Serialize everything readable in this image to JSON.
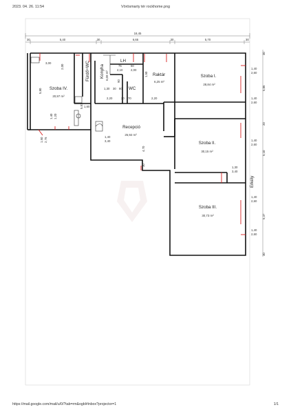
{
  "header": {
    "datetime": "2023. 04. 26. 11:54",
    "title": "Vörösmarty tér rockhome.png"
  },
  "footer": {
    "url": "https://mail.google.com/mail/u/0/?tab=rm&ogbl#inbox?projector=1",
    "page": "1/1"
  },
  "rooms": {
    "szoba4": {
      "name": "Szoba IV.",
      "area": "20,97 m²"
    },
    "furdo": {
      "name": "Fürdő+WC"
    },
    "konyha": {
      "name": "Konyha",
      "area": "6,08 m²"
    },
    "lh": {
      "name": "LH"
    },
    "wc": {
      "name": "WC"
    },
    "raktar": {
      "name": "Raktár",
      "area": "6,25 m²"
    },
    "szoba1": {
      "name": "Szoba I.",
      "area": "28,84 m²"
    },
    "recepcio": {
      "name": "Recepció",
      "area": "25,92 m²"
    },
    "szoba2": {
      "name": "Szoba II.",
      "area": "30,15 m²"
    },
    "erkely": {
      "name": "Erkély"
    },
    "szoba3": {
      "name": "Szoba III.",
      "area": "30,73 m²"
    }
  },
  "dimensions": {
    "total_width": "18,45",
    "top": [
      "30",
      "5,40",
      "30",
      "6,65",
      "30",
      "5,70",
      "30"
    ],
    "d300": "3,00",
    "d200": "2,00",
    "d75": "75",
    "d60": "60",
    "d210": "2,10",
    "d200b": "2,00",
    "d150": "1,50",
    "d90": "90",
    "d130": "1,30",
    "d30": "30",
    "d80": "80",
    "d220a": "2,20",
    "d20": "20",
    "d70": "70",
    "d220b": "2,20",
    "d160": "1,60",
    "d581": "5,81",
    "d580": "5,80",
    "d140": "1,40",
    "d120": "1,20",
    "d150b": "1,50",
    "d276": "2,76",
    "r1_140": "1,40",
    "r1_260": "2,60",
    "r1_140b": "1,40",
    "r1_260b": "2,60",
    "rec_140": "1,40",
    "rec_340": "3,40",
    "r2_140": "1,40",
    "r2_260": "2,60",
    "bal_130": "1,30",
    "bal_340": "3,40",
    "r3_140": "1,40",
    "r3_260": "2,60",
    "r3_140b": "1,40",
    "r3_260b": "2,60",
    "right_586": "5,86",
    "right_20": "20",
    "right_510": "5,10",
    "right_537": "5,37",
    "right_30": "30",
    "right_30b": "30",
    "rec_470": "4,70",
    "rec_30": "30"
  }
}
